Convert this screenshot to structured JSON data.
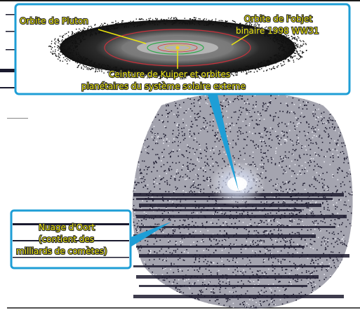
{
  "labels": {
    "pluto_orbit": "Orbite de Pluton",
    "binary_object_line1": "Orbite de l'objet",
    "binary_object_line2": "binaire 1998 WW31",
    "kuiper_line1": "Ceinture de Kuiper et orbites",
    "kuiper_line2": "planétaires du système solaire externe",
    "oort_line1": "Nuage d'Oort",
    "oort_line2": "(contient des",
    "oort_line3": "milliards de comètes)"
  },
  "colors": {
    "callout_border": "#1e9ed6",
    "label_fill": "#ece60e",
    "cloud_dots": "#1c1a2e",
    "core_glow": "#ffffff",
    "orbit_red": "#c8323c",
    "disk_dark": "#1a1a1a"
  }
}
